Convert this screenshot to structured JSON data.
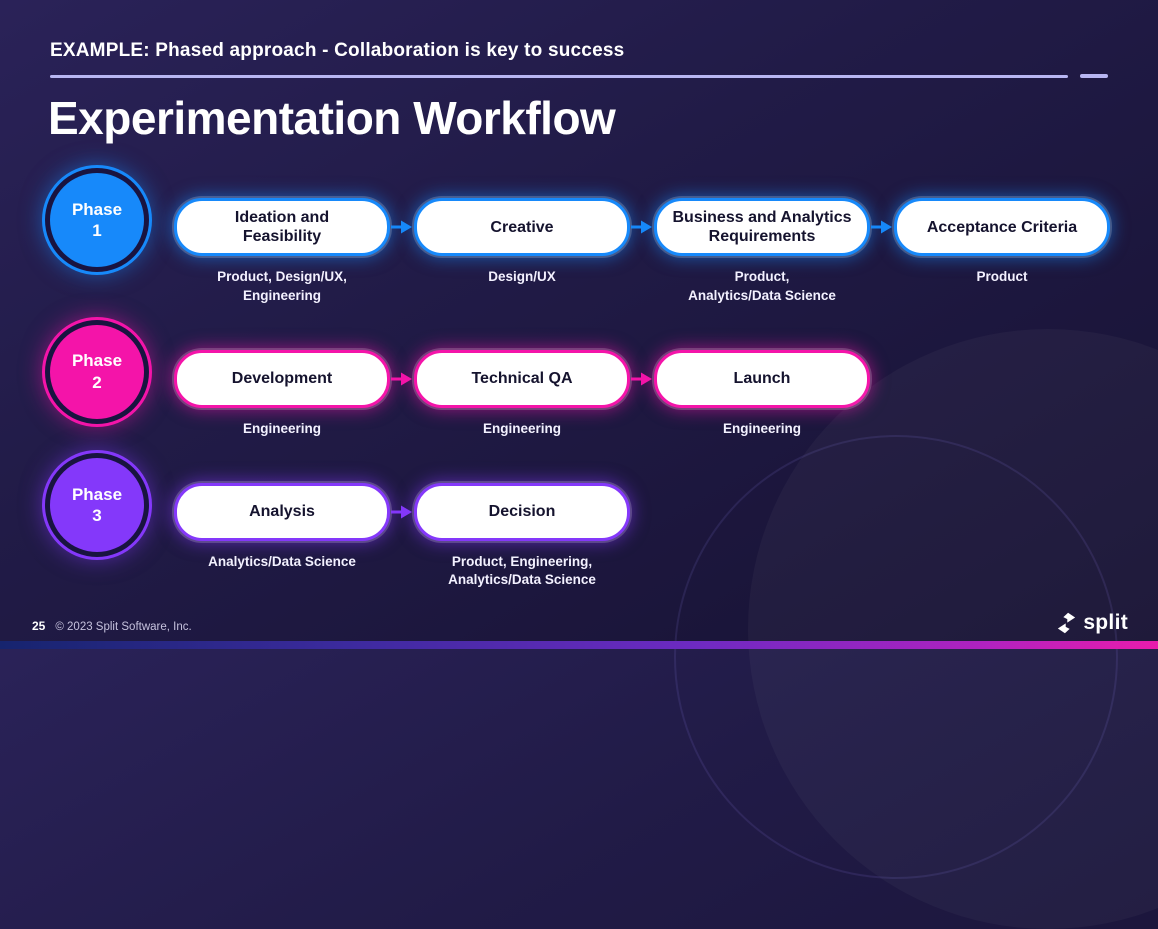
{
  "header": {
    "kicker": "EXAMPLE: Phased approach - Collaboration is key to success",
    "title": "Experimentation Workflow"
  },
  "phases": [
    {
      "label": "Phase",
      "number": "1",
      "accent": "#1789fa",
      "glow": "rgba(23,137,250,0.5)",
      "steps": [
        {
          "title": "Ideation and\nFeasibility",
          "owners": "Product, Design/UX,\nEngineering"
        },
        {
          "title": "Creative",
          "owners": "Design/UX"
        },
        {
          "title": "Business and Analytics\nRequirements",
          "owners": "Product,\nAnalytics/Data Science"
        },
        {
          "title": "Acceptance Criteria",
          "owners": "Product"
        }
      ]
    },
    {
      "label": "Phase",
      "number": "2",
      "accent": "#f414a9",
      "glow": "rgba(244,20,169,0.5)",
      "steps": [
        {
          "title": "Development",
          "owners": "Engineering"
        },
        {
          "title": "Technical QA",
          "owners": "Engineering"
        },
        {
          "title": "Launch",
          "owners": "Engineering"
        }
      ]
    },
    {
      "label": "Phase",
      "number": "3",
      "accent": "#8438fa",
      "glow": "rgba(132,56,250,0.5)",
      "steps": [
        {
          "title": "Analysis",
          "owners": "Analytics/Data Science"
        },
        {
          "title": "Decision",
          "owners": "Product, Engineering,\nAnalytics/Data Science"
        }
      ]
    }
  ],
  "footer": {
    "page_number": "25",
    "copyright": "© 2023 Split Software, Inc.",
    "logo_text": "split"
  }
}
